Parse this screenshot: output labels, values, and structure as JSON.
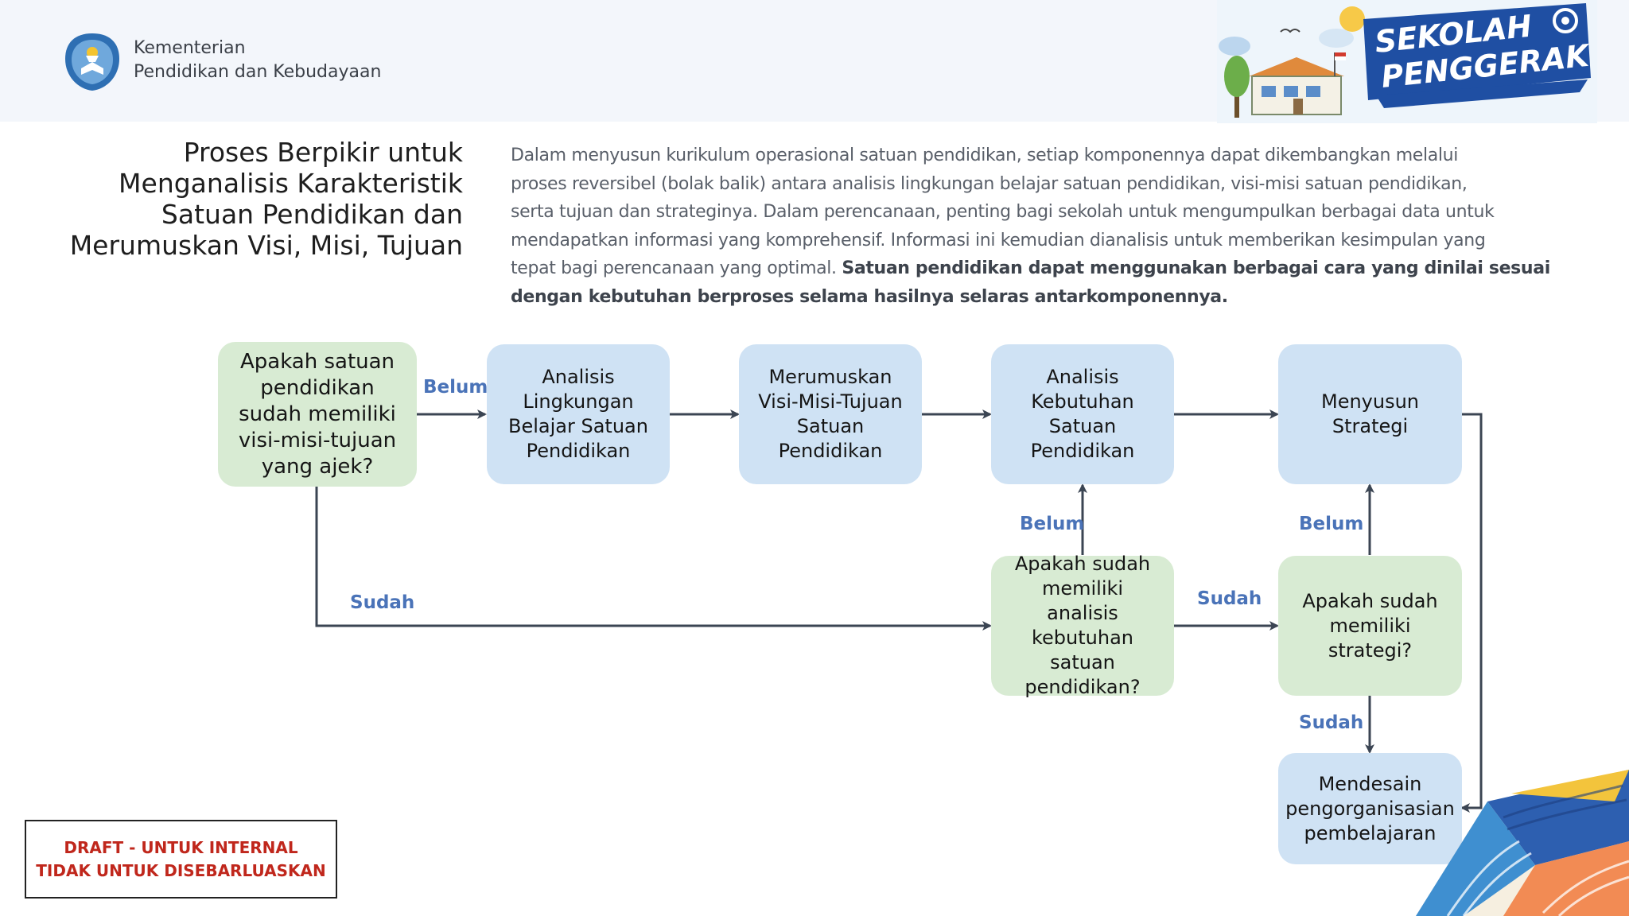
{
  "header": {
    "ministry_line1": "Kementerian",
    "ministry_line2": "Pendidikan dan Kebudayaan",
    "brand_line1": "SEKOLAH",
    "brand_line2": "PENGGERAK"
  },
  "title": {
    "lines": [
      "Proses  Berpikir untuk",
      "Menganalisis Karakteristik",
      "Satuan Pendidikan dan",
      "Merumuskan  Visi, Misi, Tujuan"
    ]
  },
  "description": {
    "lines": [
      "Dalam menyusun kurikulum operasional satuan pendidikan, setiap komponennya dapat dikembangkan melalui",
      "proses reversibel (bolak balik)  antara analisis lingkungan belajar satuan pendidikan, visi-misi satuan pendidikan,",
      "serta tujuan dan strateginya. Dalam perencanaan, penting bagi sekolah untuk mengumpulkan berbagai data untuk",
      "mendapatkan informasi yang komprehensif. Informasi ini kemudian dianalisis untuk memberikan kesimpulan yang"
    ],
    "line5_normal": "tepat bagi perencanaan yang optimal.  ",
    "line5_bold": "Satuan pendidikan dapat menggunakan berbagai cara yang dinilai sesuai",
    "line6_bold": "dengan kebutuhan berproses selama hasilnya selaras antarkomponennya."
  },
  "flow": {
    "q_visi": [
      "Apakah satuan",
      "pendidikan",
      "sudah memiliki",
      "visi-misi-tujuan",
      "yang ajek?"
    ],
    "analisis_lingkungan": [
      "Analisis",
      "Lingkungan",
      "Belajar Satuan",
      "Pendidikan"
    ],
    "merumuskan_vmt": [
      "Merumuskan",
      "Visi-Misi-Tujuan",
      "Satuan",
      "Pendidikan"
    ],
    "analisis_kebutuhan": [
      "Analisis",
      "Kebutuhan",
      "Satuan",
      "Pendidikan"
    ],
    "menyusun_strategi": [
      "Menyusun",
      "Strategi"
    ],
    "q_analisis": [
      "Apakah sudah",
      "memiliki",
      "analisis",
      "kebutuhan",
      "satuan",
      "pendidikan?"
    ],
    "q_strategi": [
      "Apakah sudah",
      "memiliki",
      "strategi?"
    ],
    "mendesain": [
      "Mendesain",
      "pengorganisasian",
      "pembelajaran"
    ],
    "labels": {
      "belum_1": "Belum",
      "sudah_1": "Sudah",
      "belum_2": "Belum",
      "sudah_2": "Sudah",
      "belum_3": "Belum",
      "sudah_3": "Sudah"
    },
    "colors": {
      "process_fill": "#cfe2f4",
      "decision_fill": "#d8ebd3",
      "arrow": "#3b4553",
      "label": "#4a73b8"
    }
  },
  "footer": {
    "draft_line1": "DRAFT - UNTUK INTERNAL",
    "draft_line2": "TIDAK UNTUK DISEBARLUASKAN"
  }
}
